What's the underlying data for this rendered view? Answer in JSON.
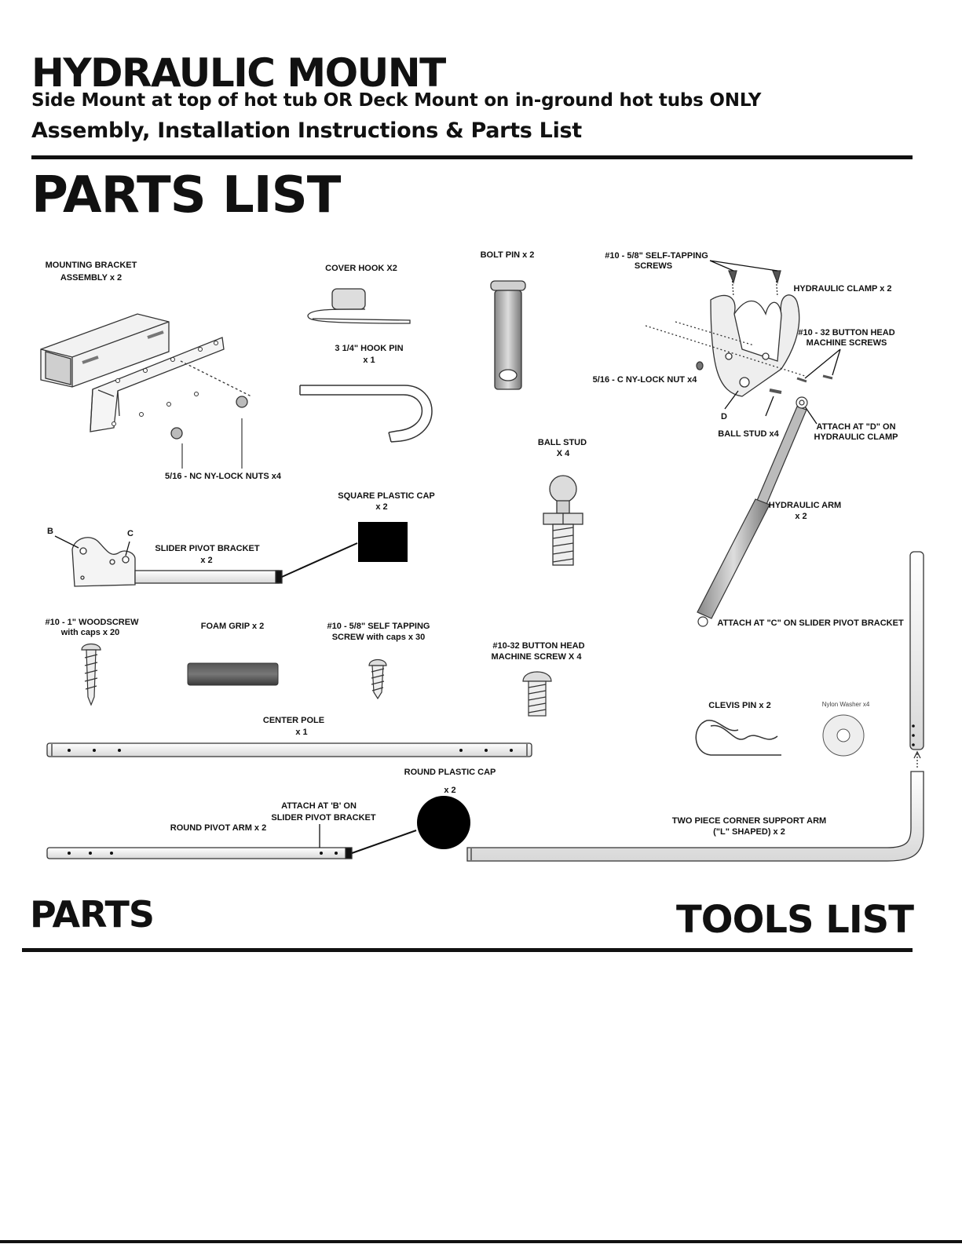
{
  "header": {
    "title": "HYDRAULIC MOUNT",
    "subtitle": "Side Mount at top of hot tub OR Deck Mount on in-ground hot tubs ONLY",
    "subtitle2": "Assembly, Installation Instructions & Parts List"
  },
  "parts_list_title": "PARTS LIST",
  "parts": {
    "mounting_bracket": [
      "MOUNTING BRACKET",
      "ASSEMBLY x 2"
    ],
    "nc_nuts": "5/16 - NC NY-LOCK NUTS x4",
    "cover_hook": "COVER HOOK  X2",
    "hook_pin": [
      "3 1/4\" HOOK PIN",
      "x 1"
    ],
    "bolt_pin": "BOLT PIN x 2",
    "self_tapping_top": [
      "#10 - 5/8\" SELF-TAPPING",
      "SCREWS"
    ],
    "hydraulic_clamp": "HYDRAULIC CLAMP  x 2",
    "button_head_top": [
      "#10 - 32 BUTTON HEAD",
      "MACHINE SCREWS"
    ],
    "c_nut": "5/16 - C NY-LOCK NUT x4",
    "d_letter": "D",
    "ball_stud_small": "BALL STUD x4",
    "attach_d": [
      "ATTACH AT \"D\" ON",
      "HYDRAULIC CLAMP"
    ],
    "ball_stud": [
      "BALL STUD",
      "X 4"
    ],
    "square_cap": [
      "SQUARE PLASTIC CAP",
      "x 2"
    ],
    "b_letter": "B",
    "c_letter": "C",
    "slider_pivot": [
      "SLIDER PIVOT BRACKET",
      "x 2"
    ],
    "hydraulic_arm": [
      "HYDRAULIC ARM",
      "x 2"
    ],
    "woodscrew": [
      "#10 - 1\" WOODSCREW",
      "with caps x 20"
    ],
    "foam_grip": "FOAM GRIP x 2",
    "self_tapping_caps": [
      "#10 - 5/8\" SELF TAPPING",
      "SCREW  with caps x 30"
    ],
    "button_head_x4": [
      "#10-32 BUTTON HEAD",
      "MACHINE SCREW X 4"
    ],
    "attach_c": "ATTACH AT \"C\" ON  SLIDER PIVOT BRACKET",
    "clevis_pin": "CLEVIS PIN x 2",
    "nylon_washer": "Nylon Washer x4",
    "center_pole": [
      "CENTER POLE",
      "x 1"
    ],
    "round_cap": [
      "ROUND PLASTIC CAP",
      "x 2"
    ],
    "attach_b": [
      "ATTACH AT  'B' ON",
      "SLIDER PIVOT BRACKET"
    ],
    "round_pivot_arm": "ROUND PIVOT ARM x 2",
    "corner_support": [
      "TWO PIECE CORNER SUPPORT ARM",
      "(\"L\" SHAPED) x 2"
    ]
  },
  "parts_title": "PARTS",
  "tools_title": "TOOLS LIST"
}
